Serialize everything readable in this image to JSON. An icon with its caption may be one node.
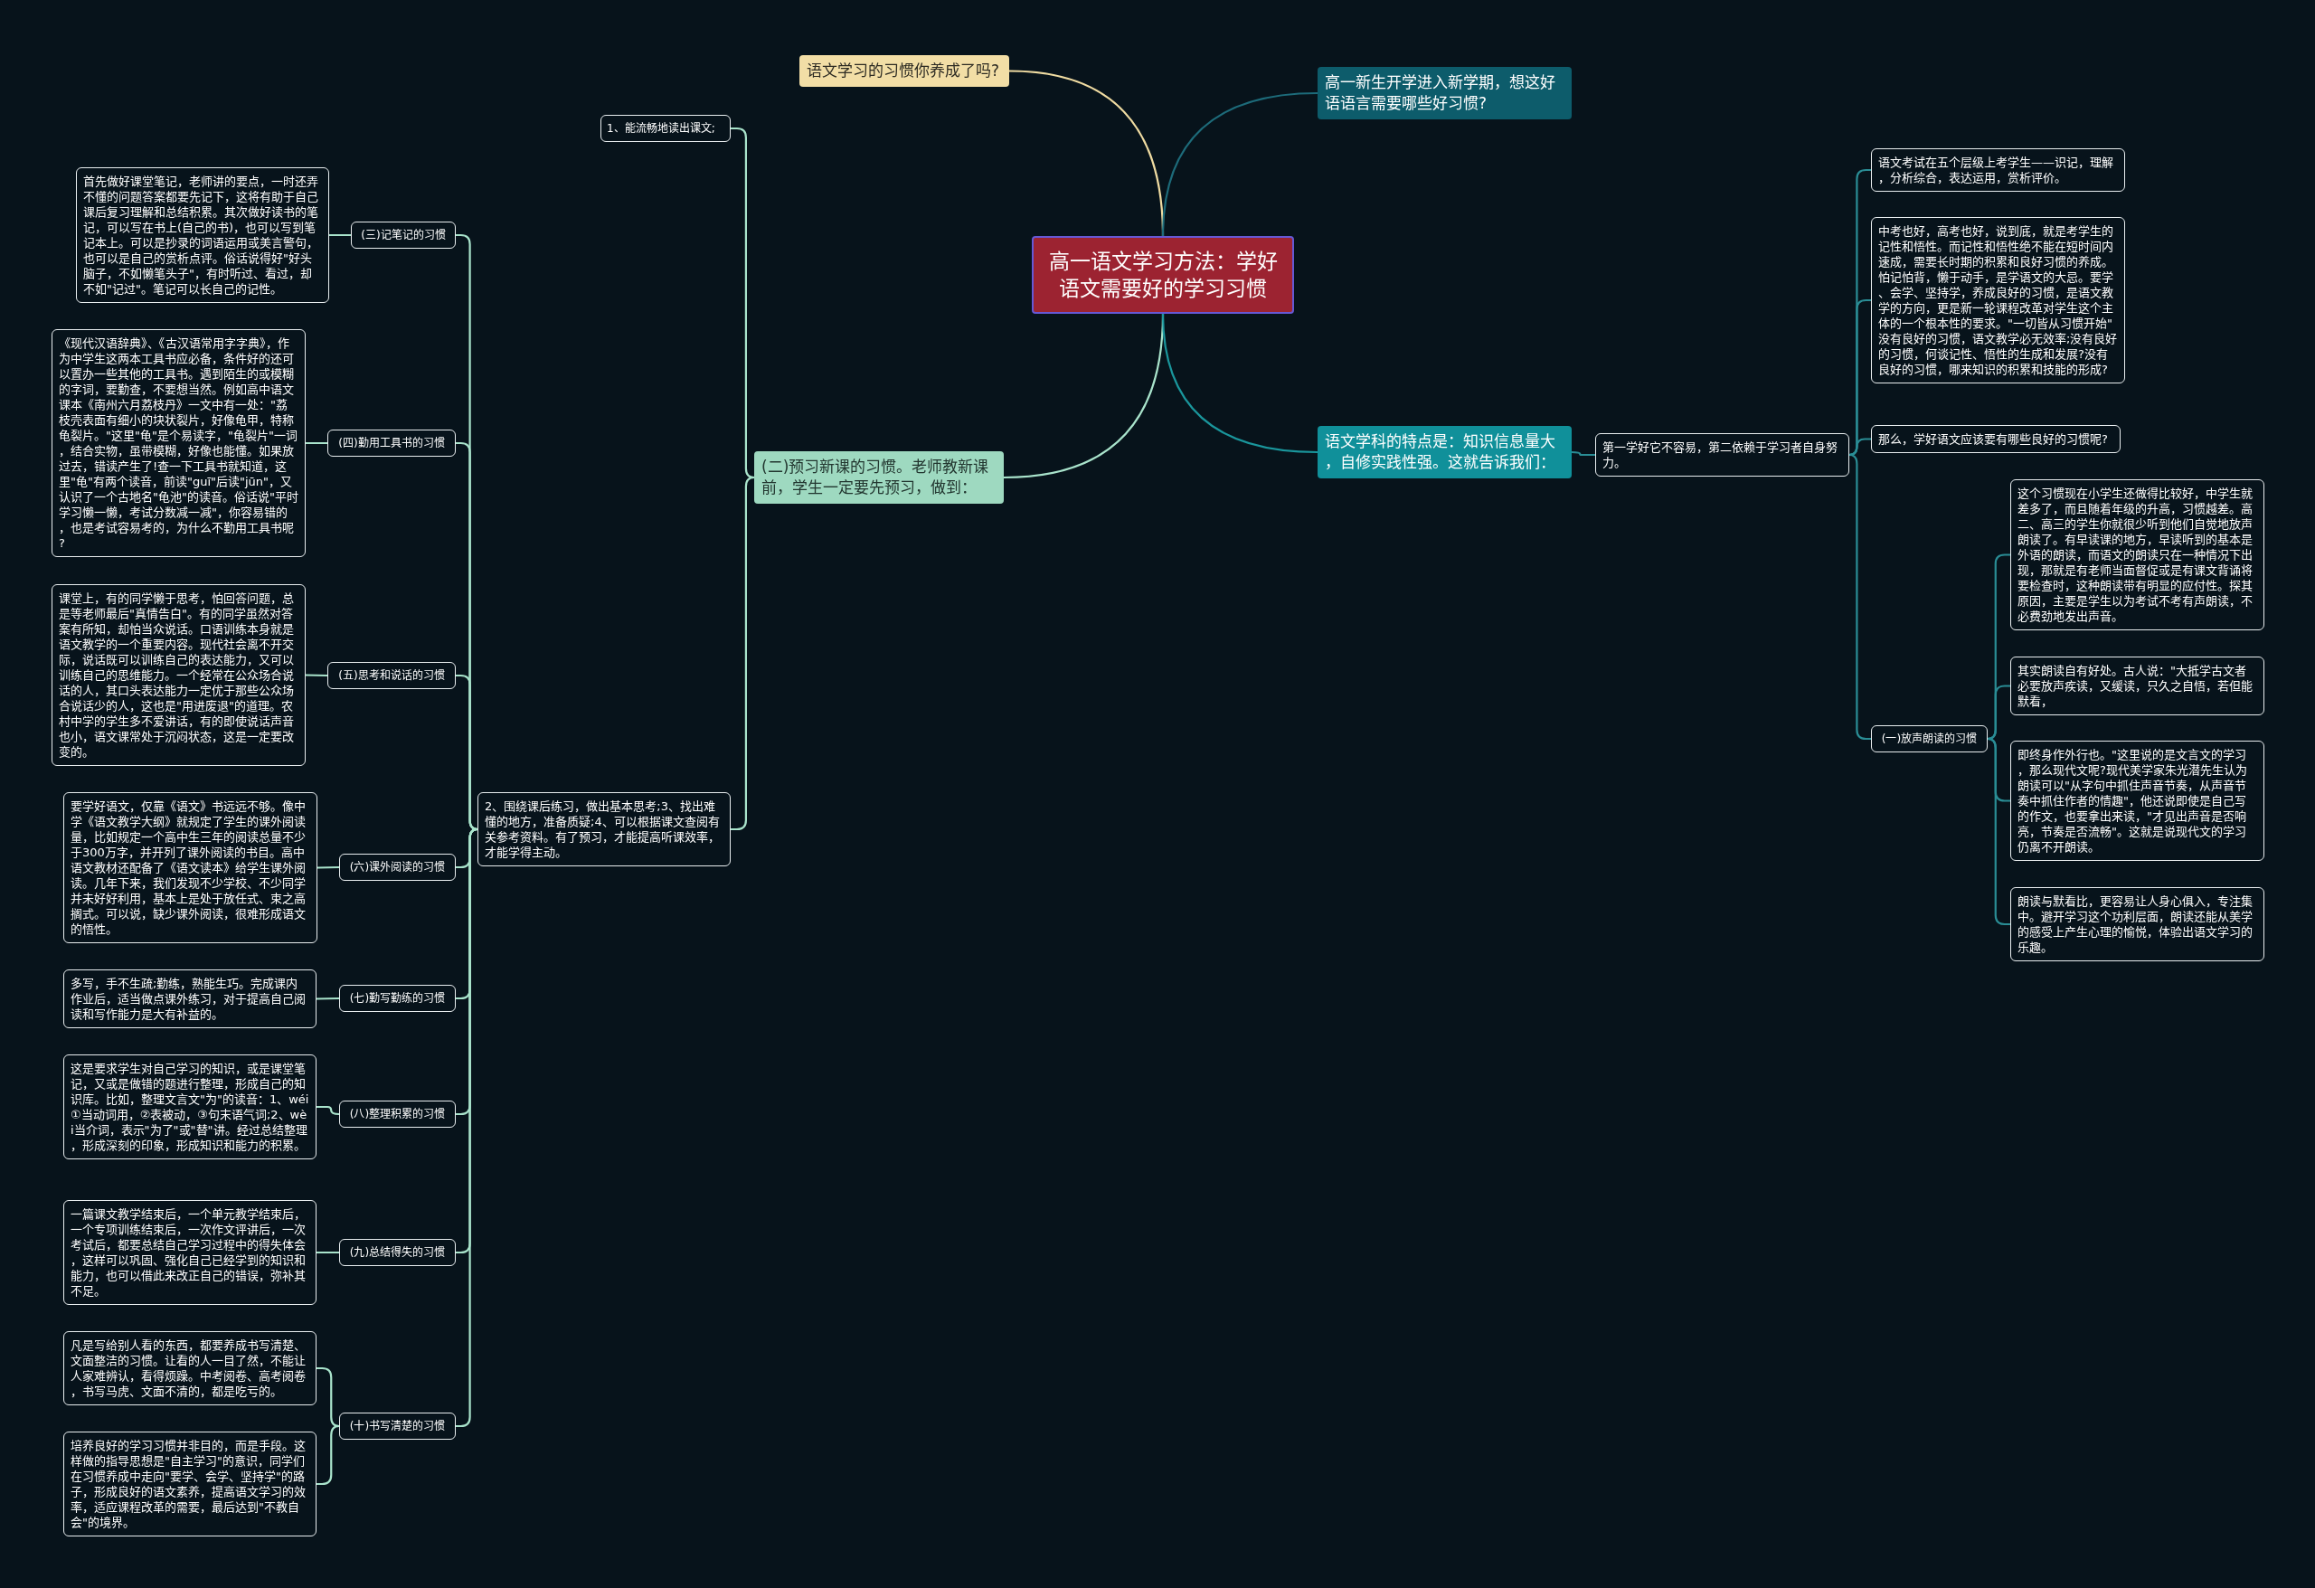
{
  "diagram": {
    "nodes": [
      {
        "text": [
          "高一语文学习方法：学好语文需要好的学习习惯"
        ]
      },
      {
        "text": [
          "语文学习的习惯你养成了吗?"
        ]
      },
      {
        "text": [
          "高一新生开学进入新学期，想这好语语言需要哪些好习惯?"
        ]
      },
      {
        "text": [
          "(二)预习新课的习惯。老师教新课前，学生一定要先预习，做到："
        ]
      },
      {
        "text": [
          "1、能流畅地读出课文;"
        ]
      },
      {
        "text": [
          "2、围绕课后练习，做出基本思考;3、找出难懂的地方，准备质疑;4、可以根据课文查阅有关参考资料。有了预习，才能提高听课效率，才能学得主动。"
        ]
      },
      {
        "text": [
          "(三)记笔记的习惯"
        ]
      },
      {
        "text": [
          "首先做好课堂笔记，老师讲的要点，一时还弄不懂的问题答案都要先记下，这将有助于自己课后复习理解和总结积累。其次做好读书的笔记，可以写在书上(自己的书)，也可以写到笔记本上。可以是抄录的词语运用或美言警句，也可以是自己的赏析点评。俗话说得好\"好头脑子，不如懒笔头子\"，有时听过、看过，却不如\"记过\"。笔记可以长自己的记性。"
        ]
      },
      {
        "text": [
          "(四)勤用工具书的习惯"
        ]
      },
      {
        "text": [
          "《现代汉语辞典》、《古汉语常用字字典》，作为中学生这两本工具书应必备，条件好的还可以置办一些其他的工具书。遇到陌生的或模糊的字词，要勤查，不要想当然。例如高中语文课本《南州六月荔枝丹》一文中有一处：\"荔枝壳表面有细小的块状裂片，好像龟甲，特称龟裂片。\"这里\"龟\"是个易读字，\"龟裂片\"一词，结合实物，虽带模糊，好像也能懂。如果放过去，错读产生了!查一下工具书就知道，这里\"龟\"有两个读音，前读\"guī\"后读\"jūn\"，又认识了一个古地名\"龟池\"的读音。俗话说\"平时学习懒一懒，考试分数减一减\"，你容易错的，也是考试容易考的，为什么不勤用工具书呢?"
        ]
      },
      {
        "text": [
          "(五)思考和说话的习惯"
        ]
      },
      {
        "text": [
          "课堂上，有的同学懒于思考，怕回答问题，总是等老师最后\"真情告白\"。有的同学虽然对答案有所知，却怕当众说话。口语训练本身就是语文教学的一个重要内容。现代社会离不开交际，说话既可以训练自己的表达能力，又可以训练自己的思维能力。一个经常在公众场合说话的人，其口头表达能力一定优于那些公众场合说话少的人，这也是\"用进废退\"的道理。农村中学的学生多不爱讲话，有的即使说话声音也小，语文课常处于沉闷状态，这是一定要改变的。"
        ]
      },
      {
        "text": [
          "(六)课外阅读的习惯"
        ]
      },
      {
        "text": [
          "要学好语文，仅靠《语文》书远远不够。像中学《语文教学大纲》就规定了学生的课外阅读量，比如规定一个高中生三年的阅读总量不少于300万字，并开列了课外阅读的书目。高中语文教材还配备了《语文读本》给学生课外阅读。几年下来，我们发现不少学校、不少同学并未好好利用，基本上是处于放任式、束之高搁式。可以说，缺少课外阅读，很难形成语文的悟性。"
        ]
      },
      {
        "text": [
          "(七)勤写勤练的习惯"
        ]
      },
      {
        "text": [
          "多写，手不生疏;勤练，熟能生巧。完成课内作业后，适当做点课外练习，对于提高自己阅读和写作能力是大有补益的。"
        ]
      },
      {
        "text": [
          "(八)整理积累的习惯"
        ]
      },
      {
        "text": [
          "这是要求学生对自己学习的知识，或是课堂笔记，又或是做错的题进行整理，形成自己的知识库。比如，整理文言文\"为\"的读音：1、wéi①当动词用，②表被动，③句末语气词;2、wèi当介词，表示\"为了\"或\"替\"讲。经过总结整理，形成深刻的印象，形成知识和能力的积累。"
        ]
      },
      {
        "text": [
          "(九)总结得失的习惯"
        ]
      },
      {
        "text": [
          "一篇课文教学结束后，一个单元教学结束后，一个专项训练结束后，一次作文评讲后，一次考试后，都要总结自己学习过程中的得失体会，这样可以巩固、强化自己已经学到的知识和能力，也可以借此来改正自己的错误，弥补其不足。"
        ]
      },
      {
        "text": [
          "(十)书写清楚的习惯"
        ]
      },
      {
        "text": [
          "凡是写给别人看的东西，都要养成书写清楚、文面整洁的习惯。让看的人一目了然，不能让人家难辨认，看得烦躁。中考阅卷、高考阅卷，书写马虎、文面不清的，都是吃亏的。"
        ]
      },
      {
        "text": [
          "培养良好的学习习惯并非目的，而是手段。这样做的指导思想是\"自主学习\"的意识，同学们在习惯养成中走向\"要学、会学、坚持学\"的路子，形成良好的语文素养，提高语文学习的效率，适应课程改革的需要，最后达到\"不教自会\"的境界。"
        ]
      },
      {
        "text": [
          "语文学科的特点是：知识信息量大，自修实践性强。这就告诉我们："
        ]
      },
      {
        "text": [
          "第一学好它不容易，第二依赖于学习者自身努力。"
        ]
      },
      {
        "text": [
          "语文考试在五个层级上考学生——识记，理解，分析综合，表达运用，赏析评价。"
        ]
      },
      {
        "text": [
          "中考也好，高考也好，说到底，就是考学生的记性和悟性。而记性和悟性绝不能在短时间内速成，需要长时期的积累和良好习惯的养成。怕记怕背，懒于动手，是学语文的大忌。要学、会学、坚持学，养成良好的习惯，是语文教学的方向，更是新一轮课程改革对学生这个主体的一个根本性的要求。\"一切皆从习惯开始\"没有良好的习惯，语文教学必无效率;没有良好的习惯，何谈记性、悟性的生成和发展?没有良好的习惯，哪来知识的积累和技能的形成?"
        ]
      },
      {
        "text": [
          "那么，学好语文应该要有哪些良好的习惯呢?"
        ]
      },
      {
        "text": [
          "(一)放声朗读的习惯"
        ]
      },
      {
        "text": [
          "这个习惯现在小学生还做得比较好，中学生就差多了，而且随着年级的升高，习惯越差。高二、高三的学生你就很少听到他们自觉地放声朗读了。有早读课的地方，早读听到的基本是外语的朗读，而语文的朗读只在一种情况下出现，那就是有老师当面督促或是有课文背诵将要检查时，这种朗读带有明显的应付性。探其原因，主要是学生以为考试不考有声朗读，不必费劲地发出声音。"
        ]
      },
      {
        "text": [
          "其实朗读自有好处。古人说：\"大抵学古文者必要放声疾读，又缓读，只久之自悟，若但能默看，"
        ]
      },
      {
        "text": [
          "即终身作外行也。\"这里说的是文言文的学习，那么现代文呢?现代美学家朱光潜先生认为朗读可以\"从字句中抓住声音节奏，从声音节奏中抓住作者的情趣\"，他还说即使是自己写的作文，也要拿出来读，\"才见出声音是否响亮，节奏是否流畅\"。这就是说现代文的学习仍离不开朗读。"
        ]
      },
      {
        "text": [
          "朗读与默看比，更容易让人身心俱入，专注集中。避开学习这个功利层面，朗读还能从美学的感受上产生心理的愉悦，体验出语文学习的乐趣。"
        ]
      }
    ],
    "edges": [
      {
        "from": 0,
        "to": 1,
        "arrow": "none",
        "color": "#f0dca2"
      },
      {
        "from": 0,
        "to": 2,
        "arrow": "none",
        "color": "#1d6b7a"
      },
      {
        "from": 0,
        "to": 3,
        "arrow": "none"
      },
      {
        "from": 0,
        "to": 23,
        "arrow": "none",
        "color": "#1a969c"
      },
      {
        "from": 3,
        "to": 4,
        "arrow": "none"
      },
      {
        "from": 3,
        "to": 5,
        "arrow": "none"
      },
      {
        "from": 5,
        "to": 6,
        "arrow": "none"
      },
      {
        "from": 6,
        "to": 7,
        "arrow": "none"
      },
      {
        "from": 5,
        "to": 8,
        "arrow": "none"
      },
      {
        "from": 8,
        "to": 9,
        "arrow": "none"
      },
      {
        "from": 5,
        "to": 10,
        "arrow": "none"
      },
      {
        "from": 10,
        "to": 11,
        "arrow": "none"
      },
      {
        "from": 5,
        "to": 12,
        "arrow": "none"
      },
      {
        "from": 12,
        "to": 13,
        "arrow": "none"
      },
      {
        "from": 5,
        "to": 14,
        "arrow": "none"
      },
      {
        "from": 14,
        "to": 15,
        "arrow": "none"
      },
      {
        "from": 5,
        "to": 16,
        "arrow": "none"
      },
      {
        "from": 16,
        "to": 17,
        "arrow": "none"
      },
      {
        "from": 5,
        "to": 18,
        "arrow": "none"
      },
      {
        "from": 18,
        "to": 19,
        "arrow": "none"
      },
      {
        "from": 5,
        "to": 20,
        "arrow": "none"
      },
      {
        "from": 20,
        "to": 21,
        "arrow": "none"
      },
      {
        "from": 20,
        "to": 22,
        "arrow": "none"
      },
      {
        "from": 23,
        "to": 24,
        "arrow": "none",
        "color": "#2a8d95"
      },
      {
        "from": 24,
        "to": 25,
        "arrow": "none",
        "color": "#2a8d95"
      },
      {
        "from": 24,
        "to": 26,
        "arrow": "none",
        "color": "#2a8d95"
      },
      {
        "from": 24,
        "to": 27,
        "arrow": "none",
        "color": "#2a8d95"
      },
      {
        "from": 24,
        "to": 28,
        "arrow": "none",
        "color": "#2a8d95"
      },
      {
        "from": 28,
        "to": 29,
        "arrow": "none",
        "color": "#2a8d95"
      },
      {
        "from": 28,
        "to": 30,
        "arrow": "none",
        "color": "#2a8d95"
      },
      {
        "from": 28,
        "to": 31,
        "arrow": "none",
        "color": "#2a8d95"
      },
      {
        "from": 28,
        "to": 32,
        "arrow": "none",
        "color": "#2a8d95"
      }
    ]
  }
}
